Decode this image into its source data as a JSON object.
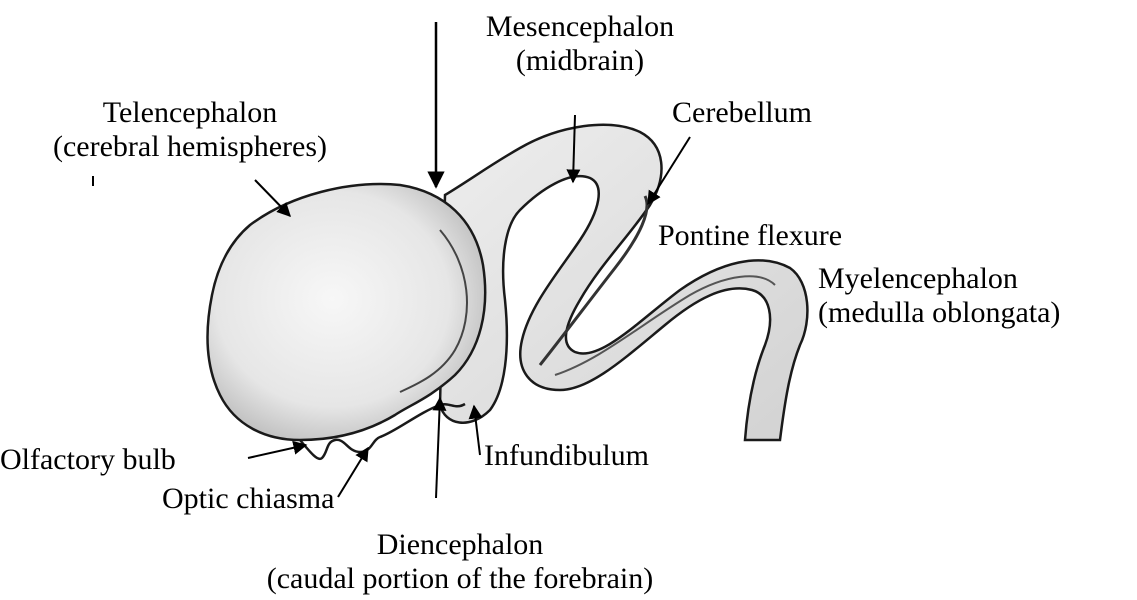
{
  "labels": {
    "mesencephalon": {
      "line1": "Mesencephalon",
      "line2": "(midbrain)"
    },
    "telencephalon": {
      "line1": "Telencephalon",
      "line2": "(cerebral hemispheres)"
    },
    "cerebellum": "Cerebellum",
    "pontine_flexure": "Pontine flexure",
    "myelencephalon": {
      "line1": "Myelencephalon",
      "line2": "(medulla oblongata)"
    },
    "olfactory_bulb": "Olfactory bulb",
    "infundibulum": "Infundibulum",
    "optic_chiasma": "Optic chiasma",
    "diencephalon": {
      "line1": "Diencephalon",
      "line2": "(caudal portion of the forebrain)"
    }
  },
  "colors": {
    "ink": "#000000",
    "tissue_fill": "#e9e9e9",
    "tissue_outline": "#1a1a1a",
    "background": "#ffffff"
  }
}
